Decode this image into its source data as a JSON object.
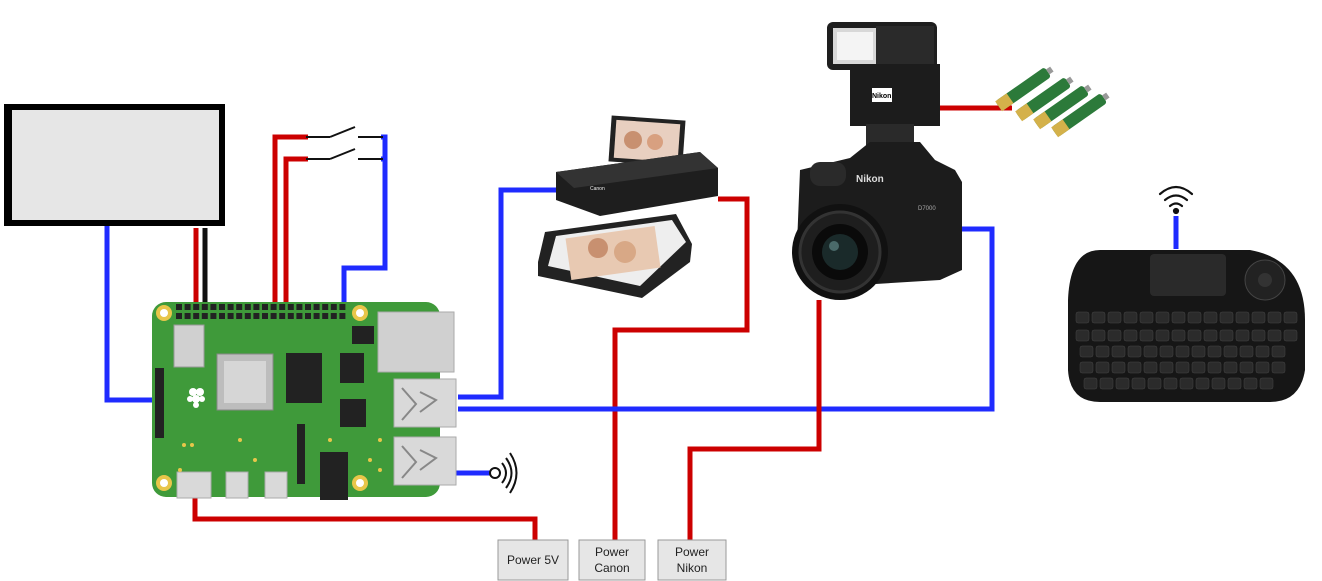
{
  "power_supplies": {
    "pi": "Power 5V",
    "canon_line1": "Power",
    "canon_line2": "Canon",
    "nikon_line1": "Power",
    "nikon_line2": "Nikon"
  },
  "camera": {
    "brand_body": "Nikon",
    "model": "D7000",
    "flash_brand": "Nikon"
  },
  "printer": {
    "brand": "Canon"
  },
  "colors": {
    "power_wire": "#cc0000",
    "data_wire": "#1f2bff",
    "ground_wire": "#111111",
    "pcb_green": "#3f9a3a",
    "psu_box": "#e6e6e6"
  },
  "icons": [
    "display-icon",
    "switch-icon",
    "raspberry-pi-board",
    "printer-icon",
    "camera-icon",
    "flash-icon",
    "batteries-icon",
    "wifi-icon",
    "keyboard-icon",
    "wireless-signal-icon"
  ]
}
